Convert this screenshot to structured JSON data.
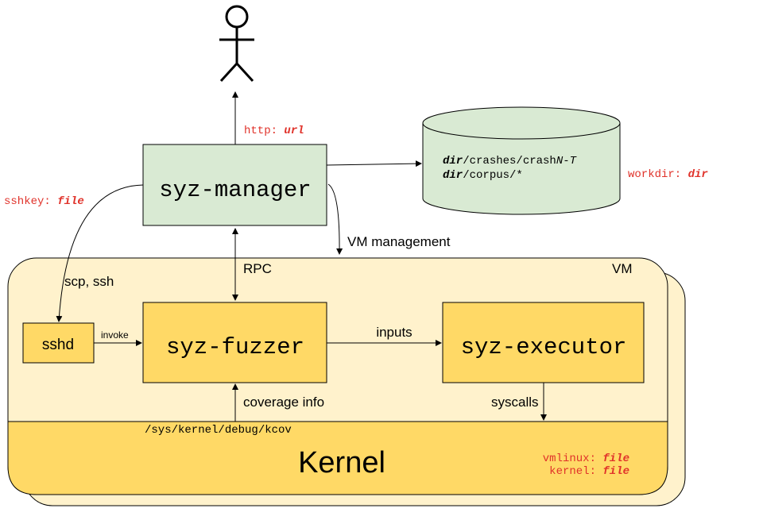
{
  "colors": {
    "red": "#e0322a",
    "manager_fill": "#d9ead3",
    "vm_fill": "#fff2cc",
    "box_fill": "#ffd966",
    "stroke": "#000000"
  },
  "user": {
    "icon": "stick-figure-user-icon"
  },
  "http": {
    "prefix": "http: ",
    "value": "url"
  },
  "manager": {
    "label": "syz-manager"
  },
  "workdir_store": {
    "icon": "database-cylinder-icon",
    "line1": {
      "dir": "dir",
      "path": "/crashes/crash",
      "n": "N",
      "dash": "-",
      "t": "T"
    },
    "line2": {
      "dir": "dir",
      "path": "/corpus/*"
    }
  },
  "workdir": {
    "prefix": "workdir: ",
    "value": "dir"
  },
  "sshkey": {
    "prefix": "sshkey: ",
    "value": "file"
  },
  "vm_management": "VM management",
  "vm": {
    "label": "VM"
  },
  "rpc": "RPC",
  "scp_ssh": "scp, ssh",
  "sshd": {
    "label": "sshd"
  },
  "invoke": "invoke",
  "fuzzer": {
    "label": "syz-fuzzer"
  },
  "inputs": "inputs",
  "executor": {
    "label": "syz-executor"
  },
  "coverage_info": "coverage info",
  "syscalls": "syscalls",
  "kcov_path": "/sys/kernel/debug/kcov",
  "kernel": {
    "label": "Kernel",
    "vmlinux_prefix": "vmlinux: ",
    "vmlinux_value": "file",
    "kernel_prefix": "kernel: ",
    "kernel_value": "file"
  }
}
